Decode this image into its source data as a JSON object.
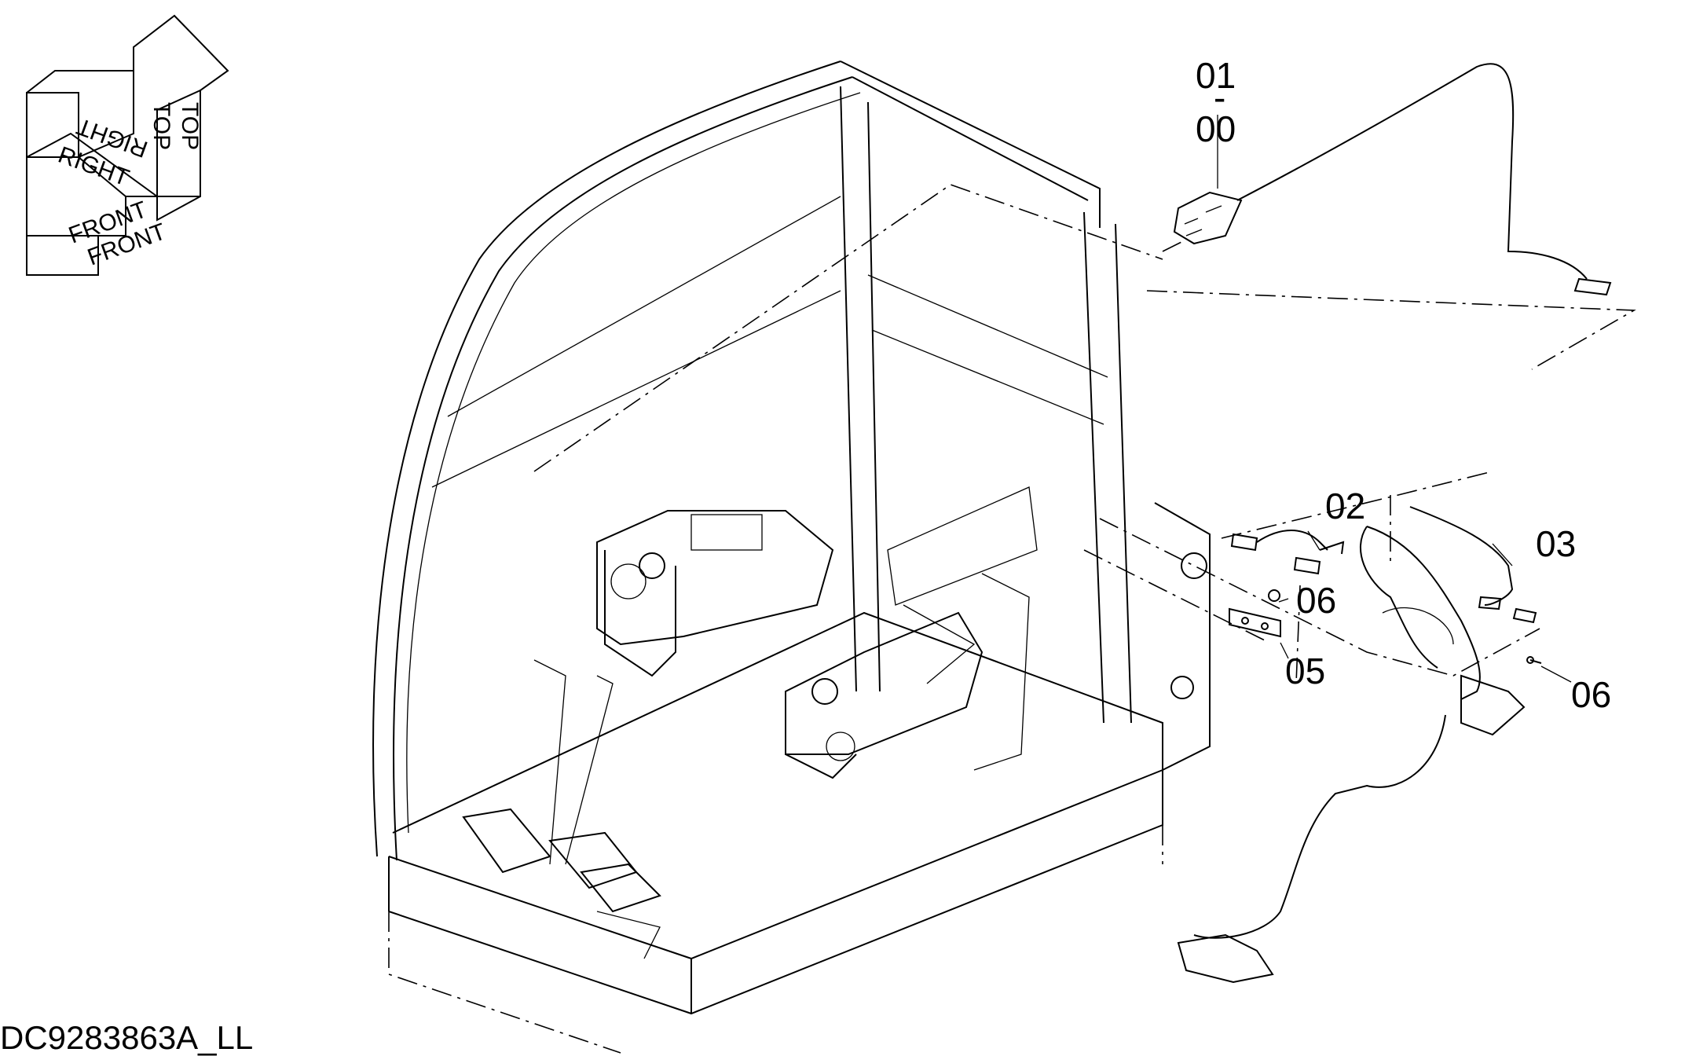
{
  "orientation": {
    "top": "TOP",
    "right": "RIGHT",
    "front": "FRONT"
  },
  "callouts": {
    "c01": "01",
    "c00": "00",
    "c02": "02",
    "c03": "03",
    "c05": "05",
    "c06a": "06",
    "c06b": "06"
  },
  "drawing_ref": "DC9283863A_LL"
}
